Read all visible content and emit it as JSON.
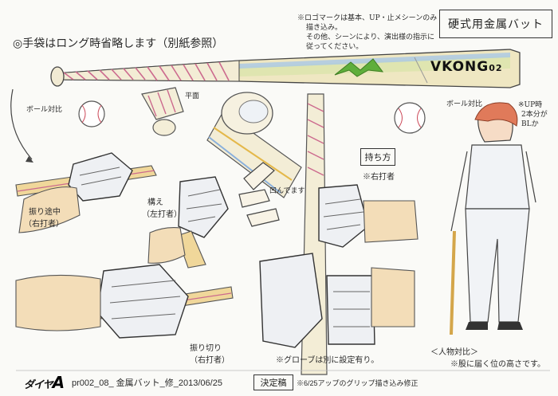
{
  "title_box": "硬式用金属バット",
  "top_note": "◎手袋はロング時省略します（別紙参照）",
  "logo_note_lines": [
    "※ロゴマークは基本、UP・止メシーンのみ",
    "描き込み。",
    "その他、シーンにより、演出様の指示に",
    "従ってください。"
  ],
  "bat_brand": "VKONG",
  "bat_model": "02",
  "label_ball_left": "ボール対比",
  "label_ball_right": "ボール対比",
  "label_heimen": "平面",
  "label_kubomi": "凹んでます",
  "label_up": [
    "※UP時",
    "2本分が",
    "BLか"
  ],
  "hold_box": "持ち方",
  "label_right_batter": "※右打者",
  "label_swing": [
    "振り途中",
    "（右打者）"
  ],
  "label_stance": [
    "構え",
    "（左打者）"
  ],
  "label_follow": [
    "振り切り",
    "（右打者）"
  ],
  "label_glove_note": "※グローブは別に設定有り。",
  "label_person_title": "＜人物対比＞",
  "label_person_note": "※股に届く位の高さです。",
  "footer_logo_text": "ダイヤ",
  "footer_logo_a": "A",
  "footer_code": "pr002_08_ 金属バット_修_2013/06/25",
  "footer_final": "決定稿",
  "footer_note": "※6/25アップのグリップ描き込み修正"
}
